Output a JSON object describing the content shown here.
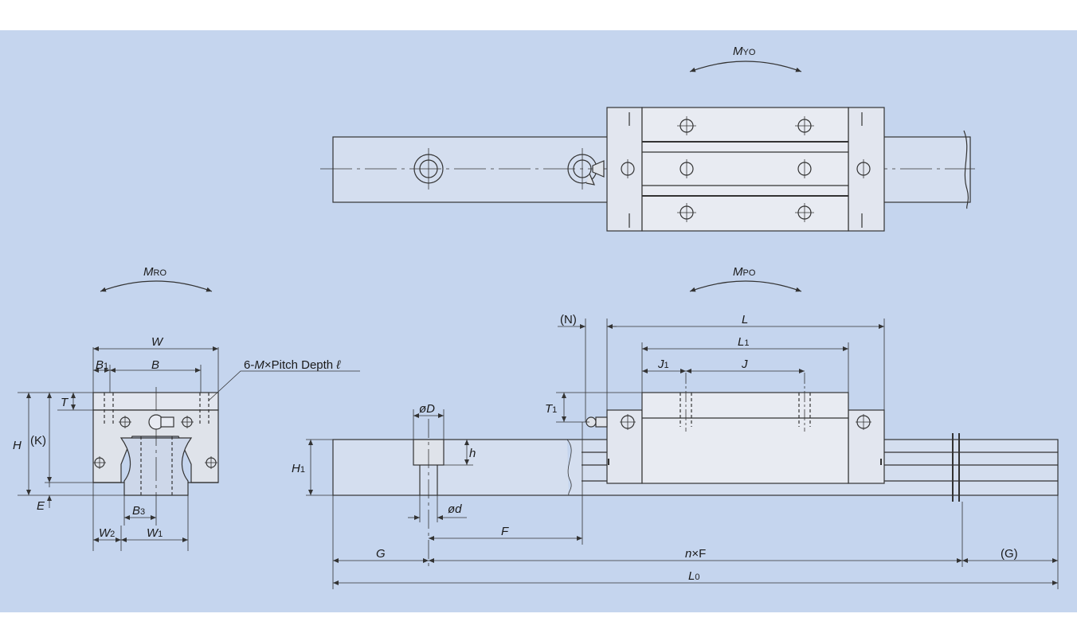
{
  "colors": {
    "background": "#c5d5ee",
    "rail": "#d4deef",
    "block": "#e2e6ef",
    "line": "#333333"
  },
  "labels": {
    "myo": "M",
    "myo_sub": "YO",
    "mro": "M",
    "mro_sub": "RO",
    "mpo": "M",
    "mpo_sub": "PO",
    "W": "W",
    "B1": "B",
    "B1_sub": "1",
    "B": "B",
    "thread_note_prefix": "6-",
    "thread_note_m": "M",
    "thread_note_rest": "×Pitch Depth ",
    "thread_note_l": "ℓ",
    "T": "T",
    "H": "H",
    "K": "(K)",
    "E": "E",
    "B3": "B",
    "B3_sub": "3",
    "W2": "W",
    "W2_sub": "2",
    "W1": "W",
    "W1_sub": "1",
    "N": "(N)",
    "L": "L",
    "L1": "L",
    "L1_sub": "1",
    "J1": "J",
    "J1_sub": "1",
    "J": "J",
    "T1": "T",
    "T1_sub": "1",
    "phiD": "øD",
    "h": "h",
    "H1": "H",
    "H1_sub": "1",
    "phid": "ød",
    "F": "F",
    "G": "G",
    "nF_n": "n",
    "nF_rest": "×F",
    "G_paren": "(G)",
    "L0": "L",
    "L0_sub": "0"
  }
}
